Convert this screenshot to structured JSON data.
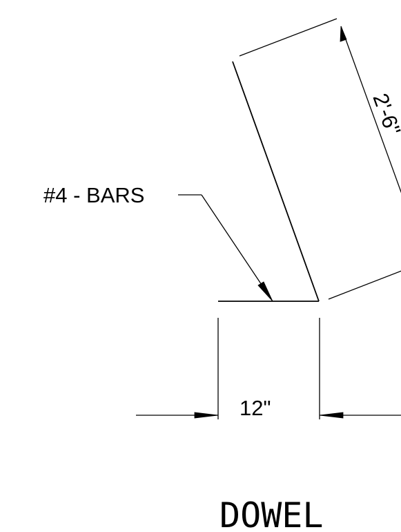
{
  "drawing": {
    "callout_label": "#4 - BARS",
    "bottom_dimension": "12\"",
    "slant_dimension": "2'-6\"",
    "title": "DOWEL"
  },
  "colors": {
    "ink": "#000000",
    "paper": "#ffffff"
  }
}
